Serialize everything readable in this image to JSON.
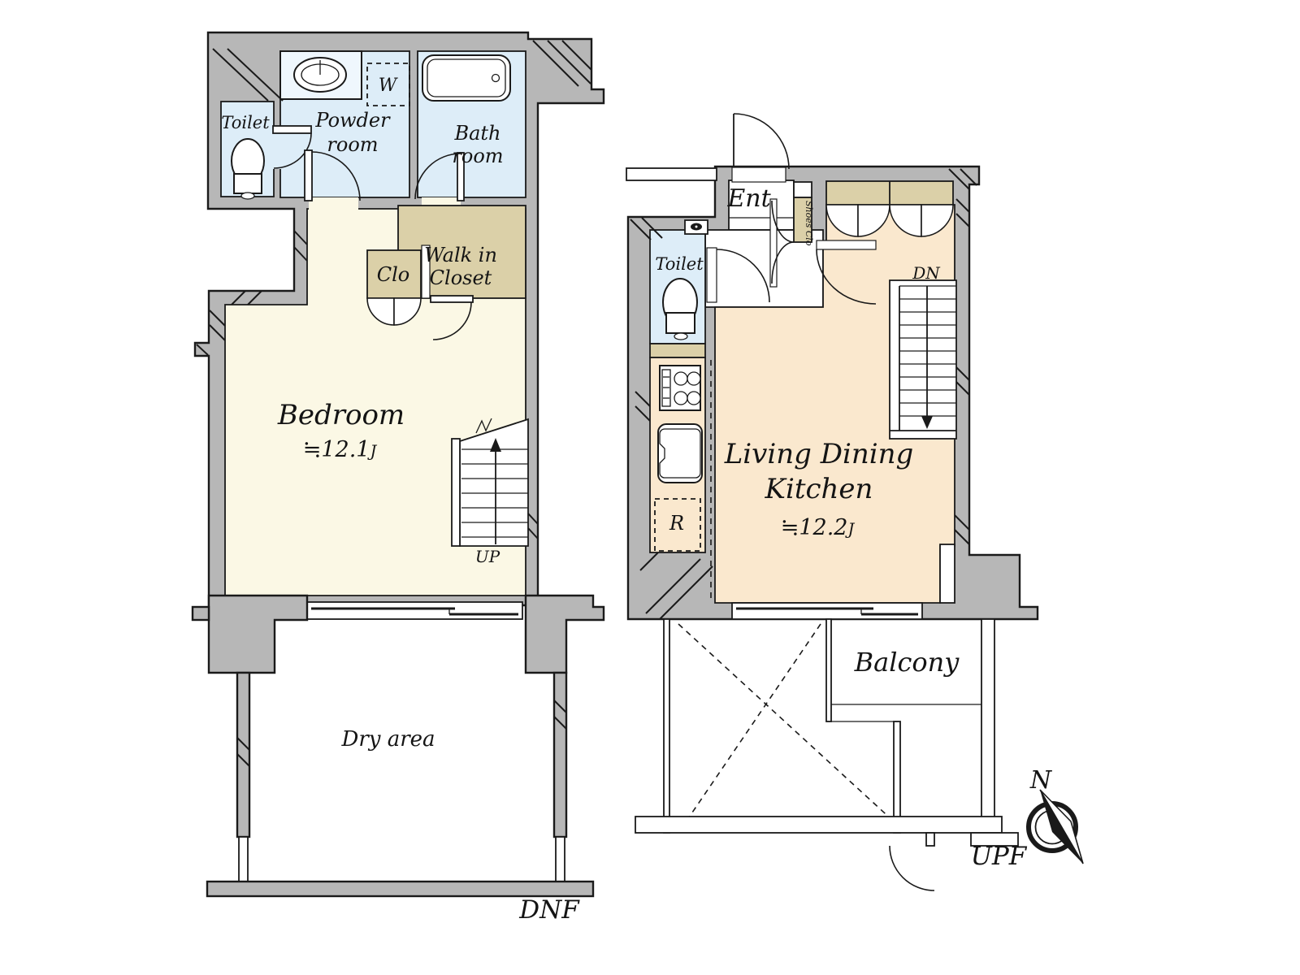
{
  "left_plan": {
    "toilet": "Toilet",
    "powder_line1": "Powder",
    "powder_line2": "room",
    "washer": "W",
    "bath_line1": "Bath",
    "bath_line2": "room",
    "closet": "Clo",
    "wic_line1": "Walk in",
    "wic_line2": "Closet",
    "bedroom": "Bedroom",
    "bedroom_size": "≒12.1",
    "size_unit": "J",
    "stairs": "UP",
    "dry_area": "Dry area",
    "floor_label": "DNF"
  },
  "right_plan": {
    "entrance": "Ent",
    "shoes_closet": "Shoes Clo",
    "toilet": "Toilet",
    "stairs": "DN",
    "ldk_line1": "Living Dining",
    "ldk_line2": "Kitchen",
    "ldk_size": "≒12.2",
    "size_unit": "J",
    "refrigerator": "R",
    "balcony": "Balcony",
    "floor_label": "UPF"
  },
  "compass": {
    "north": "N"
  },
  "colors": {
    "wall": "#b7b7b7",
    "water": "#ddedf8",
    "bedroom": "#fbf8e5",
    "closet": "#dbd0a8",
    "ldk": "#fae8ce",
    "line": "#1a1a1a"
  }
}
